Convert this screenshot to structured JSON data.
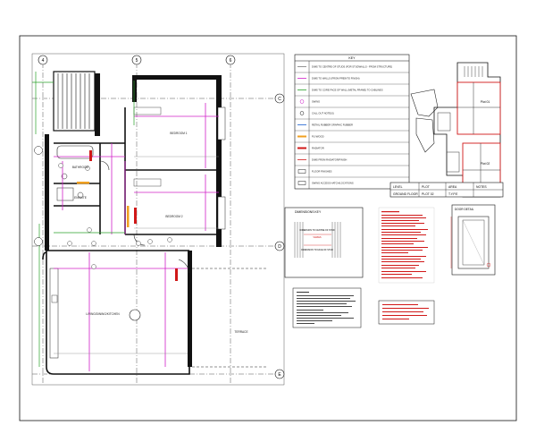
{
  "grid": {
    "columns": [
      "4",
      "5",
      "6"
    ],
    "rows": [
      "C",
      "D",
      "E"
    ]
  },
  "rooms": [
    {
      "name": "BEDROOM 1"
    },
    {
      "name": "BEDROOM 2"
    },
    {
      "name": "LIVING/DINING/KITCHEN"
    },
    {
      "name": "BATHROOM"
    },
    {
      "name": "ENSUITE"
    },
    {
      "name": "TERRACE"
    }
  ],
  "key": {
    "title": "KEY",
    "items": [
      {
        "label": "DIMS TO CENTRE OF STUDS (FOR STUDWALLS - FROM STRUCTURE)",
        "color": "#7a7a7a",
        "icon": "dim-line"
      },
      {
        "label": "DIMS TO WALLS (FROM PREINTO FINISH)",
        "color": "#d020c8",
        "icon": "dim-line"
      },
      {
        "label": "DIMS TO CORE FACE OF WALL (METAL FRAME) TO CABLINES",
        "color": "#2aa02a",
        "icon": "dim-line"
      },
      {
        "label": "SWING",
        "color": "#d020c8",
        "icon": "swing-symbol"
      },
      {
        "label": "CALL OUT NOTE(S)",
        "color": "#222222",
        "icon": "callout"
      },
      {
        "label": "RETAIL RUBBER GRAPHIC RUBBER",
        "color": "#1a5fd0",
        "icon": "rubber"
      },
      {
        "label": "PLYWOOD",
        "color": "#f0a020",
        "icon": "plywood-bar"
      },
      {
        "label": "RADIATOR",
        "color": "#d01818",
        "icon": "radiator-bar"
      },
      {
        "label": "DIMS FROM RADIATOR/FINISH",
        "color": "#d01818",
        "icon": "dim-line"
      },
      {
        "label": "FLOOR FINISHES",
        "color": "#222222",
        "icon": "finish-tag"
      },
      {
        "label": "SWING ACCESS HATCH/LOCATIONS",
        "color": "#222222",
        "icon": "hatch-box"
      }
    ]
  },
  "title_table": {
    "headers": [
      "LEVEL",
      "PLOT",
      "AREA",
      "NOTES"
    ],
    "values": [
      "GROUND FLOOR",
      "PLOT 02",
      "T.Y.P.E",
      ""
    ]
  },
  "keyplan": {
    "labels": [
      "Plot 01",
      "Plot 02"
    ]
  },
  "dimensions_key": {
    "title": "DIMENSIONS KEY",
    "line1": "DIMENSION TO CENTRE OF STUD",
    "line2": "DIMENSION TO FACE OF STUD",
    "tag": "VARIES"
  },
  "detail": {
    "title": "DOOR DETAIL"
  },
  "colors": {
    "magenta": "#d020c8",
    "green": "#2aa02a",
    "red": "#d01818",
    "orange": "#f0a020",
    "blue": "#1a5fd0"
  }
}
